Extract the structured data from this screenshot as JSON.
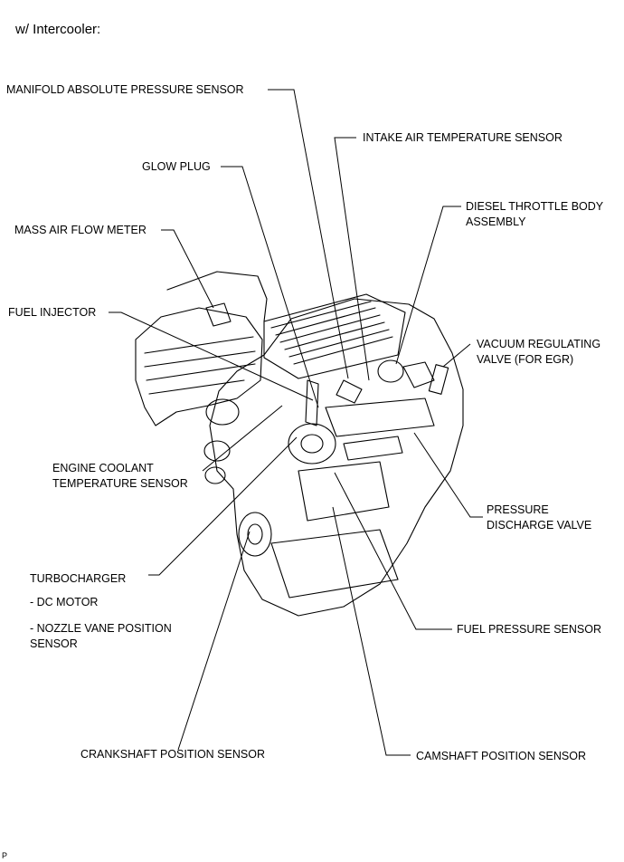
{
  "header": {
    "title": "w/ Intercooler:"
  },
  "labels": {
    "map_sensor": "MANIFOLD ABSOLUTE PRESSURE SENSOR",
    "intake_air_temp": "INTAKE AIR TEMPERATURE SENSOR",
    "glow_plug": "GLOW PLUG",
    "throttle_body_1": "DIESEL THROTTLE BODY",
    "throttle_body_2": "ASSEMBLY",
    "mass_air_flow": "MASS AIR FLOW METER",
    "fuel_injector": "FUEL INJECTOR",
    "vacuum_valve_1": "VACUUM REGULATING",
    "vacuum_valve_2": "VALVE (FOR EGR)",
    "coolant_temp_1": "ENGINE COOLANT",
    "coolant_temp_2": "TEMPERATURE SENSOR",
    "pressure_discharge_1": "PRESSURE",
    "pressure_discharge_2": "DISCHARGE VALVE",
    "turbocharger": "TURBOCHARGER",
    "dc_motor": "- DC MOTOR",
    "nozzle_vane_1": "- NOZZLE VANE POSITION",
    "nozzle_vane_2": "SENSOR",
    "fuel_pressure": "FUEL PRESSURE SENSOR",
    "crankshaft": "CRANKSHAFT POSITION SENSOR",
    "camshaft": "CAMSHAFT POSITION SENSOR"
  },
  "footer": {
    "code": "P"
  }
}
